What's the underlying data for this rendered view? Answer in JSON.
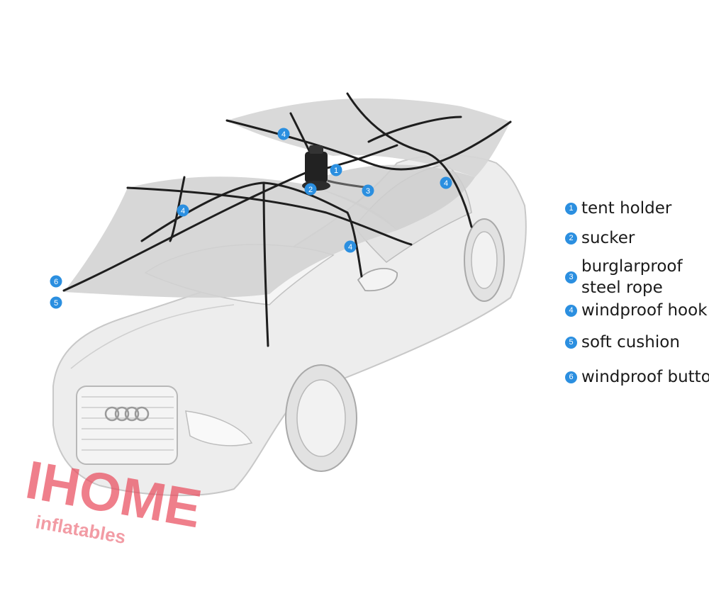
{
  "colors": {
    "callout_blue": "#2b8fe0",
    "canopy": "#d4d4d4",
    "frame": "#1e1e1e",
    "car_body": "#ececec",
    "car_line": "#bdbdbd",
    "watermark_red": "#e8495a"
  },
  "callouts": [
    {
      "number": "1",
      "target": "tent-holder"
    },
    {
      "number": "2",
      "target": "sucker"
    },
    {
      "number": "3",
      "target": "burglarproof-steel-rope"
    },
    {
      "number": "4",
      "target": "windproof-hook-front-left"
    },
    {
      "number": "4",
      "target": "windproof-hook-rear-left"
    },
    {
      "number": "4",
      "target": "windproof-hook-rear-right"
    },
    {
      "number": "4",
      "target": "windproof-hook-front-right"
    },
    {
      "number": "5",
      "target": "soft-cushion"
    },
    {
      "number": "6",
      "target": "windproof-button"
    }
  ],
  "legend": [
    {
      "number": "1",
      "label": "tent holder"
    },
    {
      "number": "2",
      "label": "sucker"
    },
    {
      "number": "3",
      "label": "burglarproof",
      "label2": "steel rope"
    },
    {
      "number": "4",
      "label": "windproof hook"
    },
    {
      "number": "5",
      "label": "soft cushion"
    },
    {
      "number": "6",
      "label": "windproof button"
    }
  ],
  "watermark": {
    "brand": "IHOME",
    "tagline": "inflatables"
  }
}
